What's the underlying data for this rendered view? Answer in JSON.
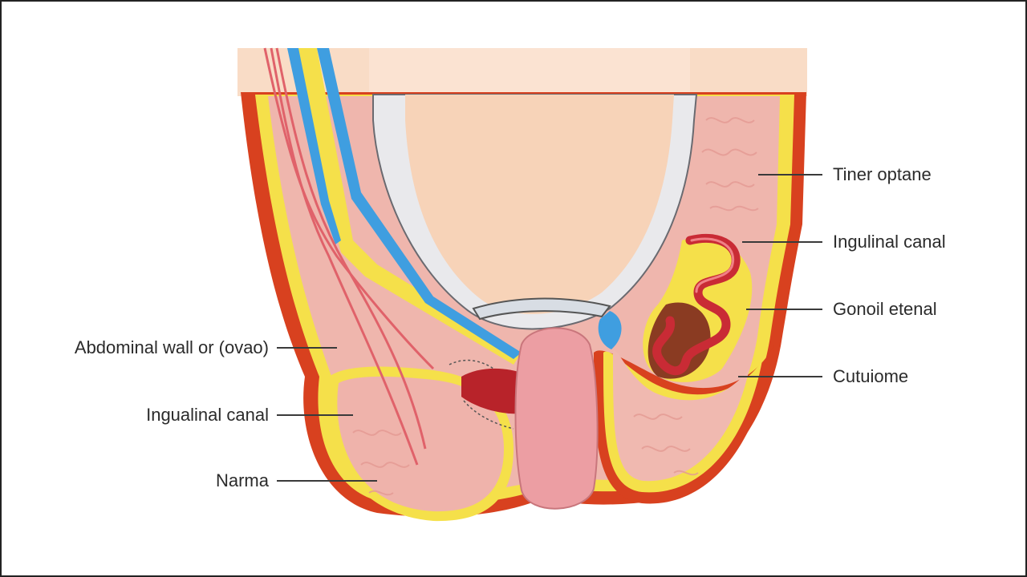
{
  "labels": {
    "left": [
      "Abdominal wall or (ovao)",
      "Ingualinal canal",
      "Narma"
    ],
    "right": [
      "Tiner optane",
      "Ingulinal canal",
      "Gonoil etenal",
      "Cutuiome"
    ]
  },
  "colors": {
    "skin": "#f7d6bd",
    "skin_top": "#f9dcc6",
    "tissue": "#efb6ad",
    "outer_red": "#d8411f",
    "fascia_yellow": "#f5e04a",
    "vessel_blue": "#3f9ee0",
    "organ_pink": "#ec9ea3",
    "coil_red": "#c92b35",
    "label_text": "#2b2b2b",
    "leader_line": "#3a3a3a"
  }
}
